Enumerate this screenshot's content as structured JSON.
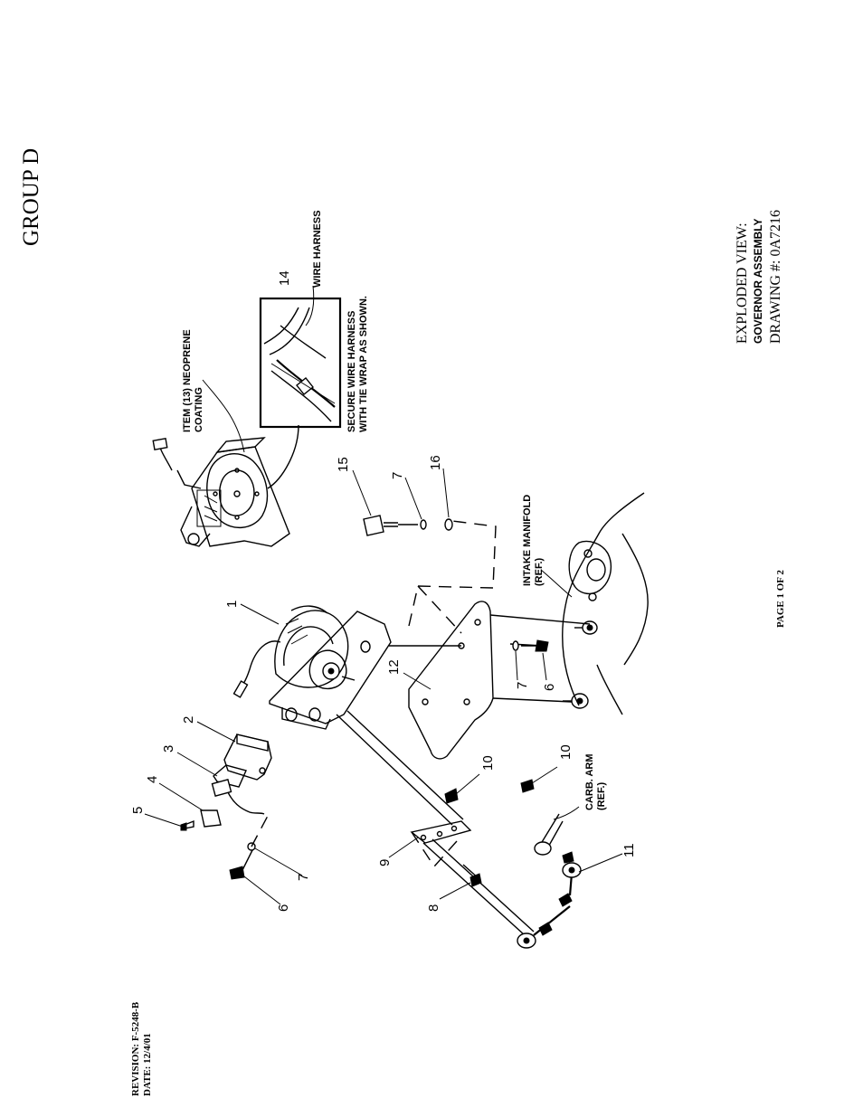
{
  "header": {
    "group": "GROUP D"
  },
  "title_block": {
    "line1": "EXPLODED VIEW:",
    "line2": "GOVERNOR ASSEMBLY",
    "line3": "DRAWING #: 0A7216"
  },
  "footer": {
    "page": "PAGE 1 OF 2",
    "revision": "REVISION: F-5248-B",
    "date": "DATE: 12/4/01"
  },
  "notes": {
    "item13_l1": "ITEM (13) NEOPRENE",
    "item13_l2": "COATING",
    "wire_harness": "WIRE HARNESS",
    "secure_l1": "SECURE WIRE HARNESS",
    "secure_l2": "WITH TIE WRAP AS SHOWN.",
    "intake_l1": "INTAKE MANIFOLD",
    "intake_l2": "(REF.)",
    "carb_l1": "CARB. ARM",
    "carb_l2": "(REF.)"
  },
  "callouts": [
    "1",
    "2",
    "3",
    "4",
    "5",
    "6",
    "7",
    "8",
    "9",
    "10",
    "10",
    "11",
    "12",
    "14",
    "15",
    "7",
    "16",
    "7",
    "6"
  ]
}
